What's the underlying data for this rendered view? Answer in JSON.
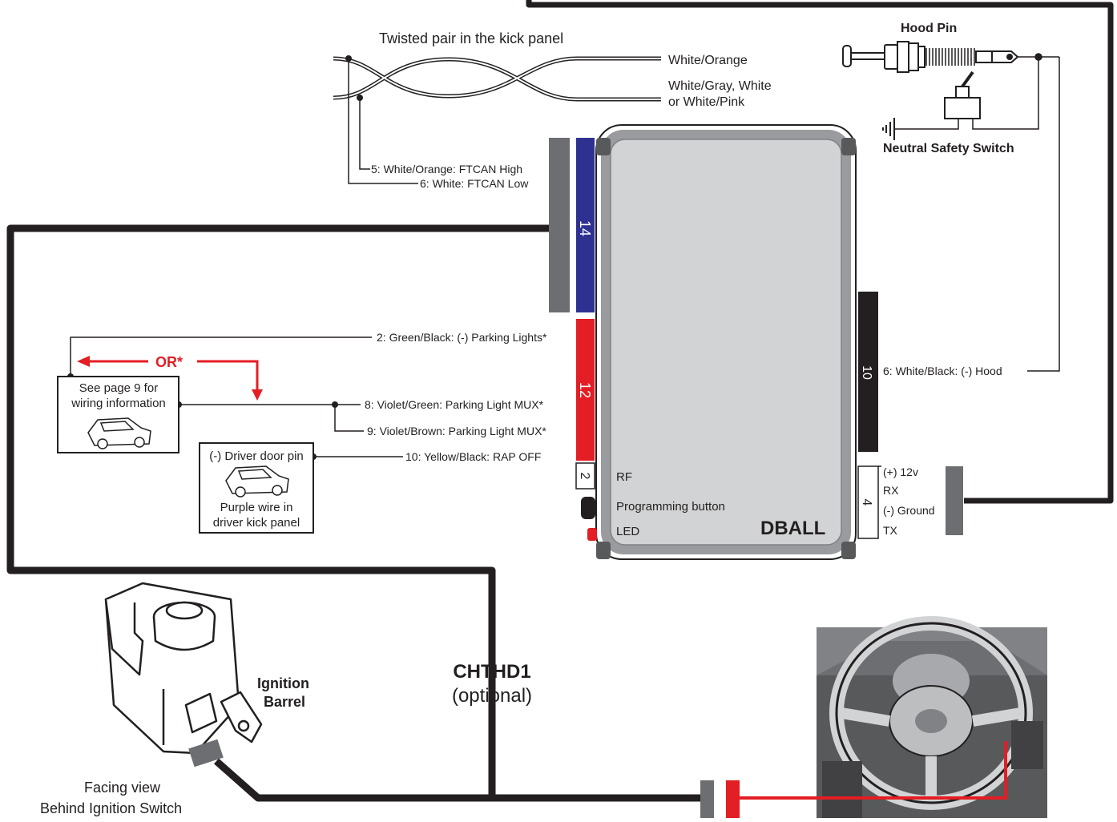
{
  "twisted_pair": {
    "title": "Twisted pair in the kick panel",
    "wire_a": "White/Orange",
    "wire_b_line1": "White/Gray, White",
    "wire_b_line2": "or White/Pink"
  },
  "canbus": {
    "pin5": "5: White/Orange: FTCAN High",
    "pin6": "6: White: FTCAN Low"
  },
  "hood": {
    "pin_title": "Hood Pin",
    "neutral_switch": "Neutral Safety Switch"
  },
  "connectors": {
    "c14": "14",
    "c12": "12",
    "c10": "10",
    "c2": "2",
    "c4": "4"
  },
  "connector12_wires": {
    "w2": "2: Green/Black: (-) Parking Lights*",
    "w8": "8: Violet/Green: Parking Light MUX*",
    "w9": "9: Violet/Brown: Parking Light MUX*",
    "w10": "10: Yellow/Black: RAP OFF"
  },
  "connector10_wires": {
    "w6": "6: White/Black: (-) Hood"
  },
  "connector4_pins": [
    "(+) 12v",
    "RX",
    "(-) Ground",
    "TX"
  ],
  "module": {
    "name": "DBALL",
    "rf": "RF",
    "prog": "Programming button",
    "led": "LED"
  },
  "or_label": "OR*",
  "see_page": {
    "line1": "See page 9 for",
    "line2": "wiring information"
  },
  "door_pin": {
    "line1": "(-) Driver door pin",
    "line2": "Purple wire in",
    "line3": "driver kick panel"
  },
  "ignition": {
    "line1": "Ignition",
    "line2": "Barrel",
    "view1": "Facing view",
    "view2": "Behind Ignition Switch"
  },
  "harness": {
    "name": "CHTHD1",
    "note": "(optional)"
  },
  "colors": {
    "harness": "#231f20",
    "connector14": "#2e3192",
    "connector12": "#e31e24",
    "connector_gray": "#6d6e71",
    "module_body": "#d1d3d4",
    "accent_red": "#e31e24"
  }
}
